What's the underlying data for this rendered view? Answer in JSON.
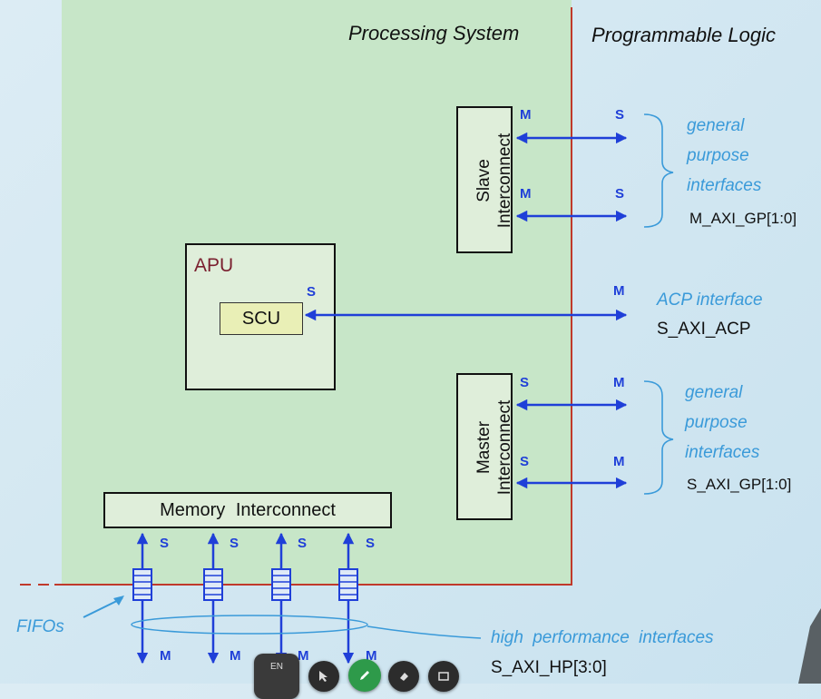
{
  "headers": {
    "ps": "Processing System",
    "pl": "Programmable Logic"
  },
  "apu": {
    "title": "APU",
    "scu": "SCU",
    "scu_port": "S"
  },
  "slave_interconnect": {
    "label_1": "Slave",
    "label_2": "Interconnect"
  },
  "master_interconnect": {
    "label_1": "Master",
    "label_2": "Interconnect"
  },
  "memory_interconnect": {
    "label": "Memory Interconnect"
  },
  "gp_top": {
    "line1": "general",
    "line2": "purpose",
    "line3": "interfaces",
    "name": "M_AXI_GP[1:0]",
    "left_port": "M",
    "right_port": "S"
  },
  "acp": {
    "desc": "ACP interface",
    "name": "S_AXI_ACP",
    "right_port": "M"
  },
  "gp_bottom": {
    "line1": "general",
    "line2": "purpose",
    "line3": "interfaces",
    "name": "S_AXI_GP[1:0]",
    "left_port": "S",
    "right_port": "M"
  },
  "hp": {
    "desc": "high performance interfaces",
    "name": "S_AXI_HP[3:0]",
    "top_port": "S",
    "bottom_port": "M"
  },
  "fifos": {
    "label": "FIFOs"
  },
  "colors": {
    "ps_green": "#c7e6c8",
    "arrow_blue": "#1f3fd8",
    "boundary_red": "#c0392b",
    "annotation_blue": "#3a9ad9"
  },
  "toolbar": {
    "lang_label": "EN",
    "icons": [
      "language-icon",
      "pointer-icon",
      "pen-icon",
      "eraser-icon",
      "screen-icon"
    ]
  }
}
